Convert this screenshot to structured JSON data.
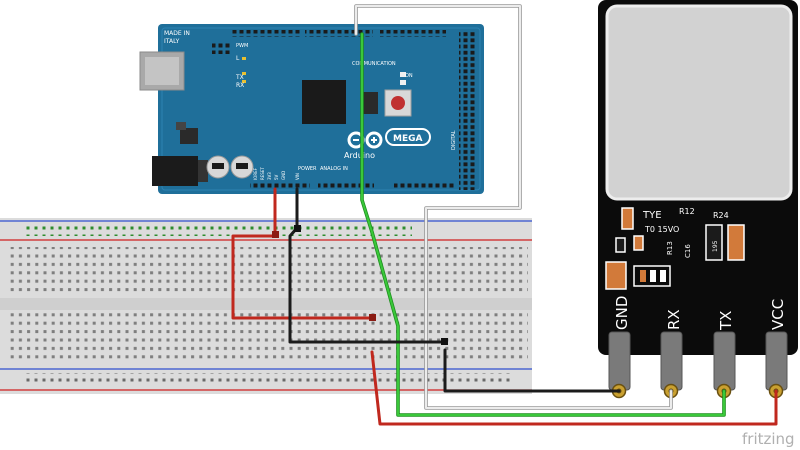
{
  "arduino": {
    "made_in_1": "MADE IN",
    "made_in_2": "ITALY",
    "pwm": "PWM",
    "l": "L",
    "tx": "TX",
    "rx": "RX",
    "communication": "COMMUNICATION",
    "power": "POWER",
    "analog_in": "ANALOG IN",
    "digital": "DIGITAL",
    "brand": "Arduino",
    "model": "MEGA",
    "on": "ON",
    "ioref": "IOREF",
    "reset": "RESET",
    "v3": "3V3",
    "v5": "5V",
    "gnd": "GND",
    "vin": "VIN"
  },
  "module": {
    "brand": "TYE",
    "range": "T0 15VO",
    "r12": "R12",
    "r24": "R24",
    "r13": "R13",
    "c16": "C16",
    "p195": "195",
    "pins": [
      "GND",
      "RX",
      "TX",
      "VCC"
    ]
  },
  "watermark": "fritzing",
  "colors": {
    "board": "#1f6f9a",
    "module": "#0b0b0b",
    "wire_red": "#c0281e",
    "wire_green": "#2fb52f",
    "wire_black": "#1b1b1b",
    "wire_white": "#e8e8e8"
  }
}
